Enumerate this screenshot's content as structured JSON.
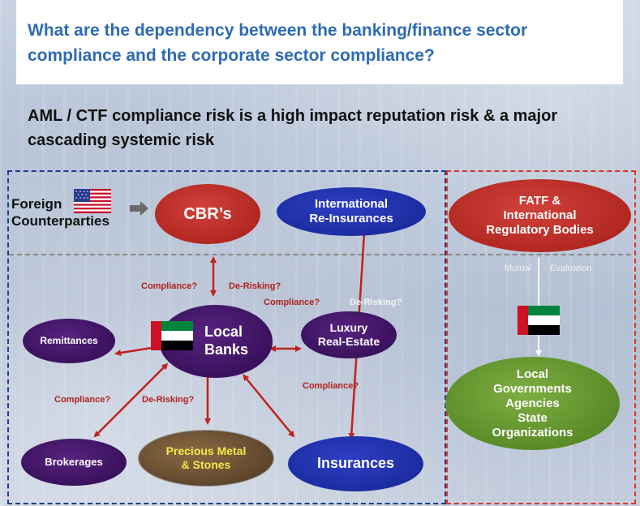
{
  "header": {
    "title": "What are the dependency between the banking/finance sector compliance and the corporate sector compliance?"
  },
  "subtitle": "AML / CTF compliance risk is a high impact reputation risk & a major cascading systemic risk",
  "foreign": {
    "line1": "Foreign",
    "line2": "Counterparties"
  },
  "nodes": {
    "cbr": "CBR’s",
    "intl_reins_1": "International",
    "intl_reins_2": "Re-Insurances",
    "fatf_1": "FATF &",
    "fatf_2": "International",
    "fatf_3": "Regulatory Bodies",
    "remittances": "Remittances",
    "local_banks_1": "Local",
    "local_banks_2": "Banks",
    "luxury_1": "Luxury",
    "luxury_2": "Real-Estate",
    "brokerages": "Brokerages",
    "precious_1": "Precious Metal",
    "precious_2": "& Stones",
    "insurances": "Insurances",
    "gov_1": "Local",
    "gov_2": "Governments",
    "gov_3": "Agencies",
    "gov_4": "State",
    "gov_5": "Organizations"
  },
  "labels": {
    "compliance_cbr": "Compliance?",
    "derisking_cbr": "De-Risking?",
    "compliance_luxury": "Compliance?",
    "derisking_luxury": "De-Risking?",
    "compliance_ins": "Compliance?",
    "compliance_brok": "Compliance?",
    "derisking_brok": "De-Risking?",
    "mutual": "Mutual",
    "evaluation": "Evaluation"
  },
  "colors": {
    "title": "#2e6bb3",
    "arrow": "#c0221d",
    "left_border": "#1f3e8a",
    "right_border": "#d9352b"
  },
  "icons": [
    "us-flag-icon",
    "uae-flag-icon",
    "right-arrow-icon"
  ]
}
